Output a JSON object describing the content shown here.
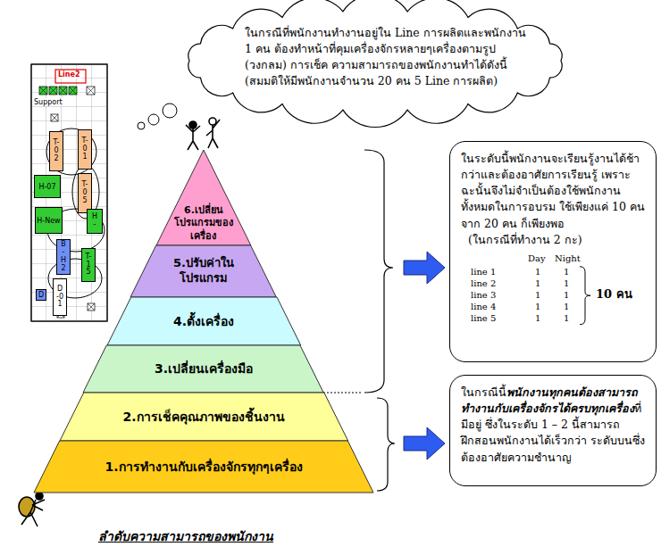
{
  "diagram": {
    "caption": "ลำดับความสามารถของพนักงาน",
    "nodes": [
      {
        "text": [
          "Line2",
          "Support"
        ]
      },
      {
        "text": [
          "T-02"
        ],
        "in": 0
      },
      {
        "text": [
          "T-01"
        ],
        "in": 0
      },
      {
        "text": [
          "H-07"
        ],
        "in": 0
      },
      {
        "text": [
          "T-05"
        ],
        "in": 0
      },
      {
        "text": [
          "H-New"
        ],
        "in": 0
      },
      {
        "text": [
          "H-"
        ],
        "in": 0
      },
      {
        "text": [
          "B-H2"
        ],
        "in": 0
      },
      {
        "text": [
          "T-15"
        ],
        "in": 0
      },
      {
        "text": [
          "D-01"
        ],
        "in": 0
      },
      {
        "text": [
          "D"
        ],
        "in": 0
      },
      {
        "text": [
          "ในกรณีที่พนักงานทำงานอยู่ใน Line การผลิตและพนักงาน 1 คน ต้องทำหน้าที่คุมเครื่องจักรหลายๆเครื่องตามรูป (วงกลม) การเช็ค ความสามารถของพนักงานทำได้ดังนี้ (สมมติให้มีพนักงานจำนวน 20 คน 5 Line การผลิต)"
        ]
      },
      {
        "text": [
          "6.เปลี่ยนโปรแกรมของเครื่อง"
        ]
      },
      {
        "text": [
          "5.ปรับค่าในโปรแกรม"
        ]
      },
      {
        "text": [
          "4.ตั้งเครื่อง"
        ]
      },
      {
        "text": [
          "3.เปลี่ยนเครื่องมือ"
        ]
      },
      {
        "text": [
          "2.การเช็คคุณภาพของชิ้นงาน"
        ]
      },
      {
        "text": [
          "1.การทำงานกับเครื่องจักรทุกๆเครื่อง"
        ]
      },
      {
        "text": [
          "ในระดับนี้พนักงานจะเรียนรู้งานได้ช้ากว่าและต้องอาศัยการเรียนรู้ เพราะฉะนั้นจึงไม่จำเป็นต้องใช้พนักงานทั้งหมดในการอบรม ใช้เพียงแค่ 10 คนจาก 20 คน ก็เพียงพอ",
          "(ในกรณีที่ทำงาน 2 กะ)"
        ]
      },
      {
        "text": [
          "ในกรณีนี้",
          "พนักงานทุกคนต้องสามารถทำงานกับเครื่องจักรได้ครบทุกเครื่อง",
          "ที่มีอยู่ ซึ่งในระดับ 1 – 2 นี้สามารถฝึกสอนพนักงานได้เร็วกว่า ระดับบนซึ่งต้องอาศัยความชำนาญ"
        ]
      }
    ],
    "labels": [
      "Day",
      "Night",
      "line 1",
      "1",
      "1",
      "line 2",
      "1",
      "1",
      "line 3",
      "1",
      "1",
      "line 4",
      "1",
      "1",
      "line 5",
      "1",
      "1",
      "10 คน"
    ]
  }
}
